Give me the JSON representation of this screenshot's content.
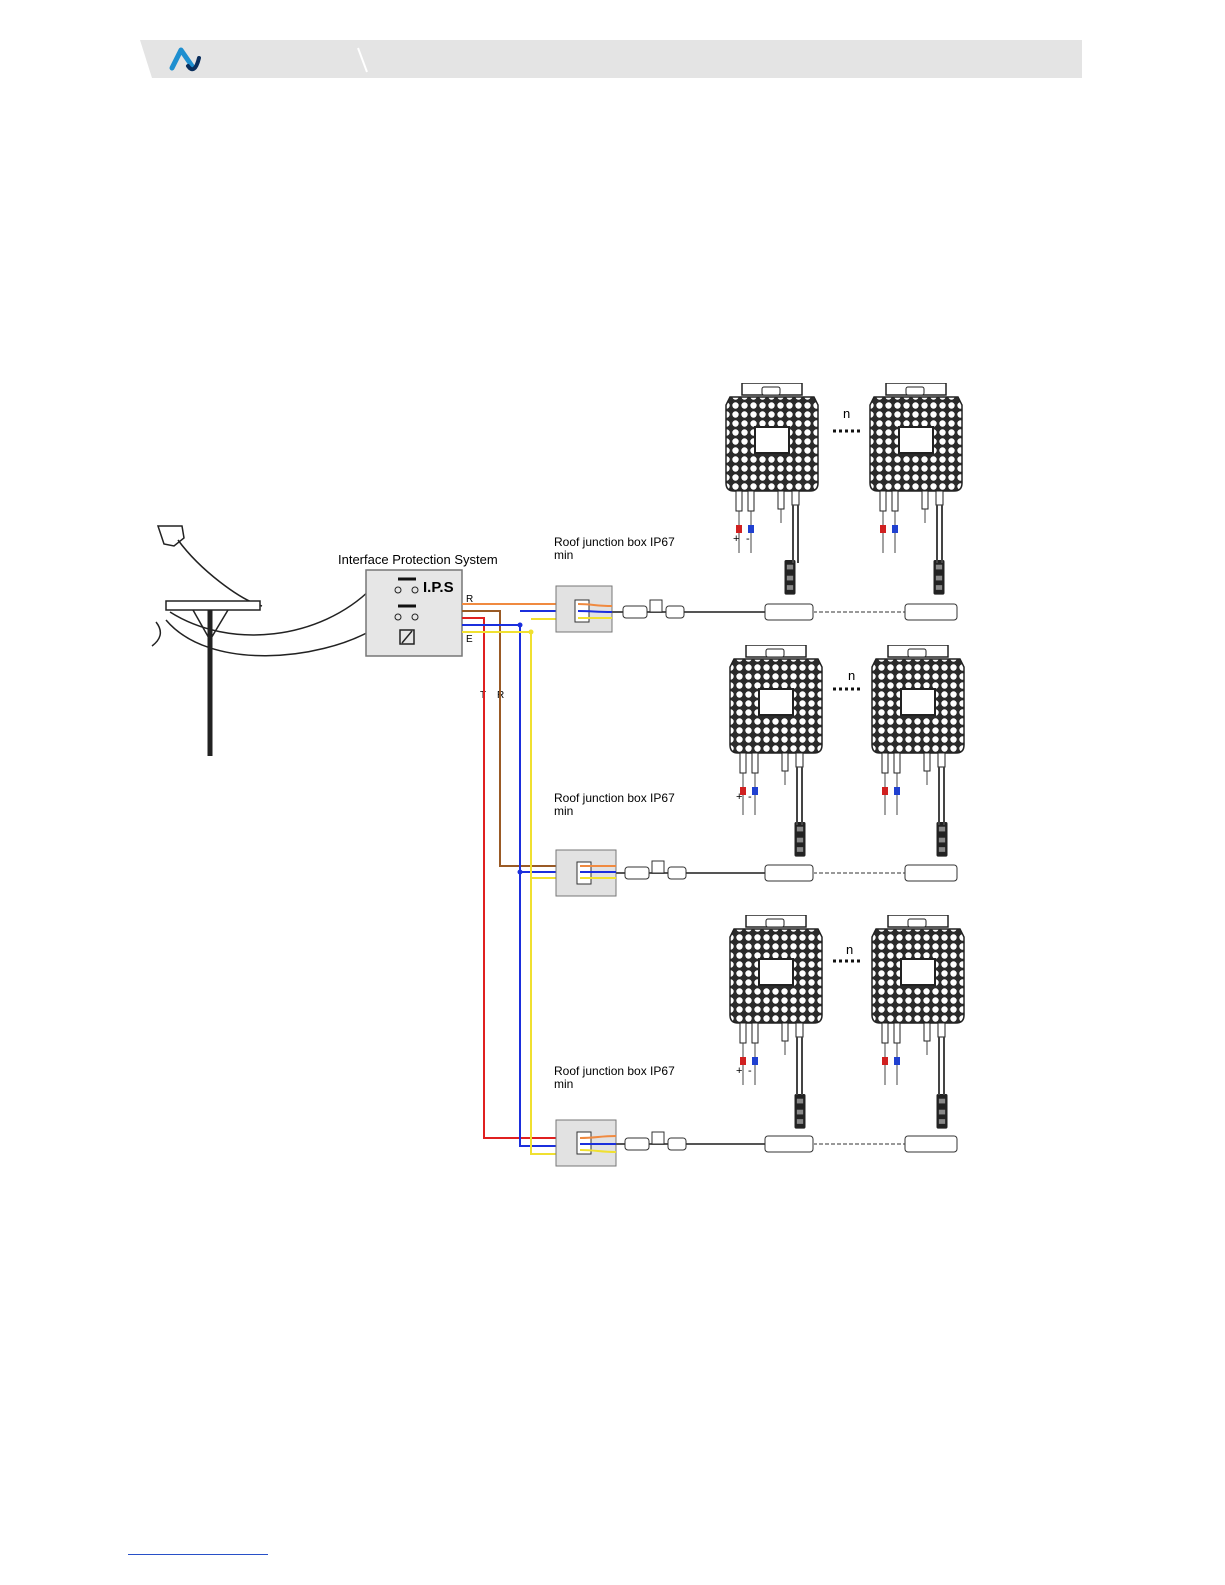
{
  "colors": {
    "header_bg": "#e4e4e4",
    "logo_blue": "#1e8fd0",
    "logo_navy": "#0a2e5c",
    "wire_red": "#e02020",
    "wire_brown": "#9a5a25",
    "wire_blue": "#1b2fdd",
    "wire_yellow": "#f0e030",
    "wire_orange": "#f08a40"
  },
  "ips": {
    "caption": "Interface Protection System",
    "label": "I.P.S",
    "terminal_r": "R",
    "terminal_e": "E"
  },
  "wire_labels": {
    "t": "T",
    "r": "R"
  },
  "junction_boxes": [
    {
      "label_line1": "Roof junction box IP67",
      "label_line2": "min"
    },
    {
      "label_line1": "Roof junction box IP67",
      "label_line2": "min"
    },
    {
      "label_line1": "Roof junction box IP67",
      "label_line2": "min"
    }
  ],
  "inverter_rows": [
    {
      "separator": "n",
      "plus": "+",
      "minus": "-"
    },
    {
      "separator": "n",
      "plus": "+",
      "minus": "-"
    },
    {
      "separator": "n",
      "plus": "+",
      "minus": "-"
    }
  ],
  "icons": {
    "logo": "brand-wave-logo",
    "pole": "utility-pole-icon",
    "microinverter": "microinverter-icon"
  }
}
